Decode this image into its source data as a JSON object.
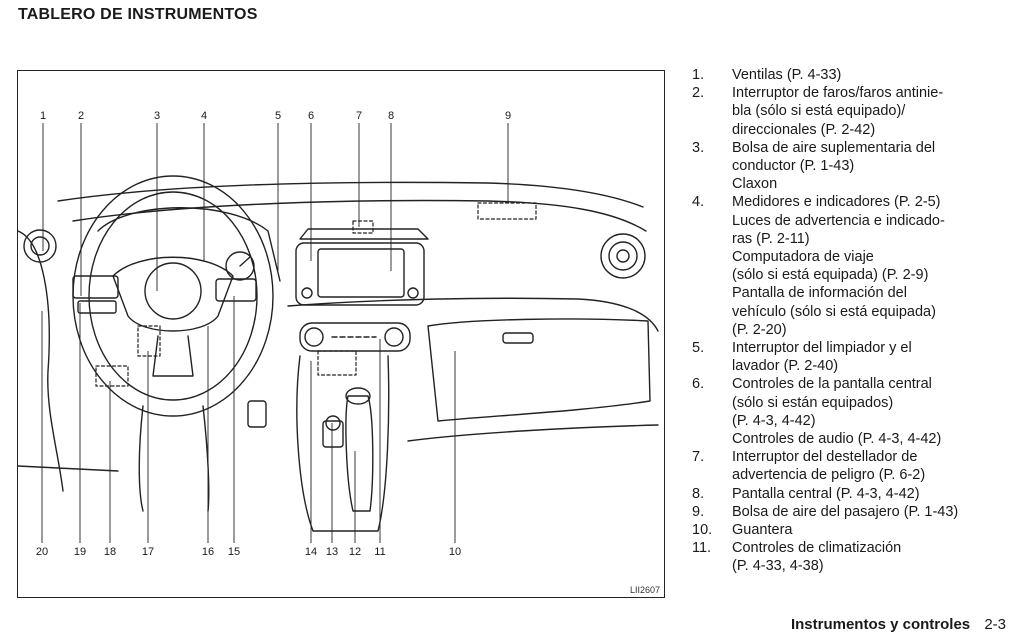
{
  "header": {
    "title": "TABLERO DE INSTRUMENTOS"
  },
  "figure": {
    "code": "LII2607",
    "top_callouts": [
      "1",
      "2",
      "3",
      "4",
      "5",
      "6",
      "7",
      "8",
      "9"
    ],
    "bottom_callouts": [
      "20",
      "19",
      "18",
      "17",
      "16",
      "15",
      "14",
      "13",
      "12",
      "11",
      "10"
    ]
  },
  "legend": [
    {
      "num": "1.",
      "lines": [
        "Ventilas (P. 4-33)"
      ]
    },
    {
      "num": "2.",
      "lines": [
        "Interruptor de faros/faros antinie-",
        "bla (sólo si está equipado)/",
        "direccionales (P. 2-42)"
      ]
    },
    {
      "num": "3.",
      "lines": [
        "Bolsa de aire suplementaria del",
        "conductor (P. 1-43)",
        "Claxon"
      ]
    },
    {
      "num": "4.",
      "lines": [
        "Medidores e indicadores (P. 2-5)",
        "Luces de advertencia e indicado-",
        "ras (P. 2-11)",
        "Computadora de viaje",
        "(sólo si está equipada) (P. 2-9)",
        "Pantalla de información del",
        "vehículo (sólo si está equipada)",
        "(P. 2-20)"
      ]
    },
    {
      "num": "5.",
      "lines": [
        "Interruptor del limpiador y el",
        "lavador (P. 2-40)"
      ]
    },
    {
      "num": "6.",
      "lines": [
        "Controles de la pantalla central",
        "(sólo si están equipados)",
        "(P. 4-3, 4-42)",
        "Controles de audio (P. 4-3, 4-42)"
      ]
    },
    {
      "num": "7.",
      "lines": [
        "Interruptor del destellador de",
        "advertencia de peligro (P. 6-2)"
      ]
    },
    {
      "num": "8.",
      "lines": [
        "Pantalla central (P. 4-3, 4-42)"
      ]
    },
    {
      "num": "9.",
      "lines": [
        "Bolsa de aire del pasajero (P. 1-43)"
      ]
    },
    {
      "num": "10.",
      "lines": [
        "Guantera"
      ]
    },
    {
      "num": "11.",
      "lines": [
        "Controles de climatización",
        "(P. 4-33, 4-38)"
      ]
    }
  ],
  "footer": {
    "section": "Instrumentos y controles",
    "page": "2-3"
  }
}
